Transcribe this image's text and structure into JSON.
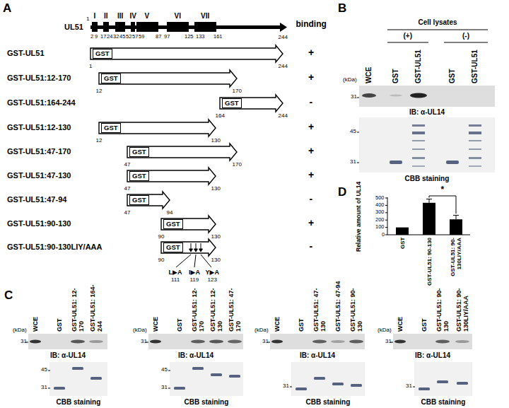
{
  "diagram": {
    "nodes": [
      {
        "text": [
          "GST"
        ]
      },
      {
        "text": [
          "GST"
        ]
      },
      {
        "text": [
          "GST"
        ]
      },
      {
        "text": [
          "GST"
        ]
      },
      {
        "text": [
          "GST"
        ]
      },
      {
        "text": [
          "GST"
        ]
      },
      {
        "text": [
          "GST"
        ]
      },
      {
        "text": [
          "GST"
        ]
      },
      {
        "text": [
          "GST"
        ]
      }
    ],
    "labels": [
      "A",
      "binding",
      "UL51",
      "1",
      "I",
      "II",
      "III",
      "IV",
      "V",
      "VI",
      "VII",
      "2",
      "9",
      "17",
      "24",
      "32",
      "45",
      "52",
      "57",
      "59",
      "87",
      "97",
      "125",
      "133",
      "161",
      "244",
      "GST-UL51",
      "1",
      "244",
      "+",
      "GST-UL51:12-170",
      "12",
      "170",
      "+",
      "GST-UL51:164-244",
      "164",
      "244",
      "-",
      "GST-UL51:12-130",
      "12",
      "130",
      "+",
      "GST-UL51:47-170",
      "47",
      "170",
      "+",
      "GST-UL51:47-130",
      "47",
      "130",
      "+",
      "GST-UL51:47-94",
      "47",
      "94",
      "-",
      "GST-UL51:90-130",
      "90",
      "130",
      "+",
      "GST-UL51:90-130LIY/AAA",
      "90",
      "130",
      "-",
      "L▶A",
      "111",
      "I▶A",
      "119",
      "Y▶A",
      "123",
      "B",
      "Cell lysates",
      "(+)",
      "(-)",
      "WCE",
      "GST",
      "GST-UL51",
      "GST",
      "GST-UL51",
      "(kDa)",
      "31",
      "IB: α-UL14",
      "45",
      "31",
      "CBB staining",
      "D",
      "Relative amount of UL14",
      "0",
      "100",
      "200",
      "300",
      "400",
      "500",
      "GST",
      "GST-UL51: 90-130",
      "GST-UL51: 90-130LIY/AAA",
      "*",
      "C",
      "WCE",
      "GST",
      "GST-UL51: 12-170",
      "GST-UL51: 164-244",
      "(kDa)",
      "31",
      "IB: α-UL14",
      "45",
      "31",
      "CBB staining",
      "WCE",
      "GST",
      "GST-UL51: 12-170",
      "GST-UL51: 12-130",
      "GST-UL51: 47-170",
      "(kDa)",
      "31",
      "IB: α-UL14",
      "45",
      "31",
      "CBB staining",
      "WCE",
      "GST",
      "GST-UL51: 47-130",
      "GST-UL51: 47-94",
      "GST-UL51: 90-130",
      "(kDa)",
      "31",
      "IB: α-UL14",
      "31",
      "CBB staining",
      "WCE",
      "GST",
      "GST-UL51: 90-130",
      "GST-UL51: 90-130LIY/AAA",
      "(kDa)",
      "31",
      "IB: α-UL14",
      "31",
      "CBB staining"
    ]
  }
}
